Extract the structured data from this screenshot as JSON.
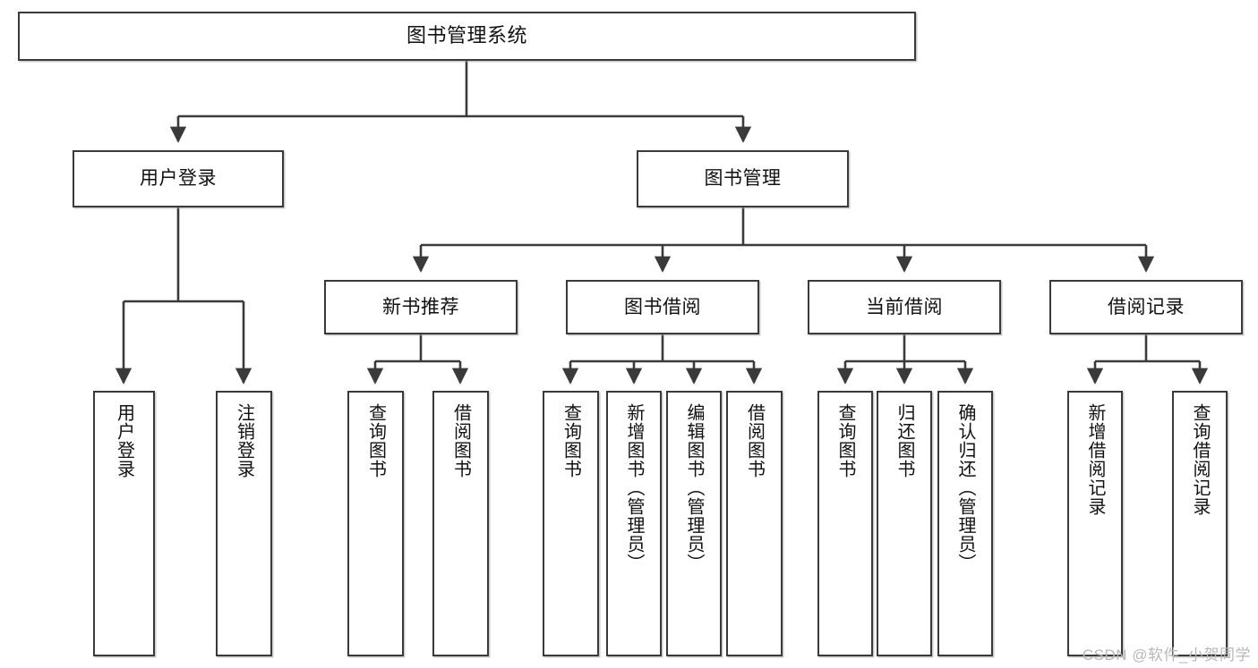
{
  "diagram": {
    "title": "图书管理系统",
    "type": "tree",
    "watermark": "CSDN @软件_小贺同学",
    "colors": {
      "stroke": "#3a3a3a",
      "fill": "#ffffff",
      "text": "#111111",
      "watermark": "#b8b8b8"
    },
    "levels": {
      "root": {
        "label": "图书管理系统"
      },
      "level1": [
        {
          "id": "user-login",
          "label": "用户登录"
        },
        {
          "id": "book-manage",
          "label": "图书管理"
        }
      ],
      "level2": [
        {
          "id": "new-book-rec",
          "label": "新书推荐"
        },
        {
          "id": "book-borrow",
          "label": "图书借阅"
        },
        {
          "id": "current-borrow",
          "label": "当前借阅"
        },
        {
          "id": "borrow-record",
          "label": "借阅记录"
        }
      ],
      "leaves": [
        {
          "id": "leaf-user-login",
          "label": "用户登录",
          "parent": "user-login"
        },
        {
          "id": "leaf-logout",
          "label": "注销登录",
          "parent": "user-login"
        },
        {
          "id": "leaf-query-book-1",
          "label": "查询图书",
          "parent": "new-book-rec"
        },
        {
          "id": "leaf-borrow-book-1",
          "label": "借阅图书",
          "parent": "new-book-rec"
        },
        {
          "id": "leaf-query-book-2",
          "label": "查询图书",
          "parent": "book-borrow"
        },
        {
          "id": "leaf-add-book",
          "label": "新增图书（管理员）",
          "parent": "book-borrow"
        },
        {
          "id": "leaf-edit-book",
          "label": "编辑图书（管理员）",
          "parent": "book-borrow"
        },
        {
          "id": "leaf-borrow-book-2",
          "label": "借阅图书",
          "parent": "book-borrow"
        },
        {
          "id": "leaf-query-book-3",
          "label": "查询图书",
          "parent": "current-borrow"
        },
        {
          "id": "leaf-return-book",
          "label": "归还图书",
          "parent": "current-borrow"
        },
        {
          "id": "leaf-confirm-return",
          "label": "确认归还（管理员）",
          "parent": "current-borrow"
        },
        {
          "id": "leaf-add-record",
          "label": "新增借阅记录",
          "parent": "borrow-record"
        },
        {
          "id": "leaf-query-record",
          "label": "查询借阅记录",
          "parent": "borrow-record"
        }
      ]
    }
  }
}
